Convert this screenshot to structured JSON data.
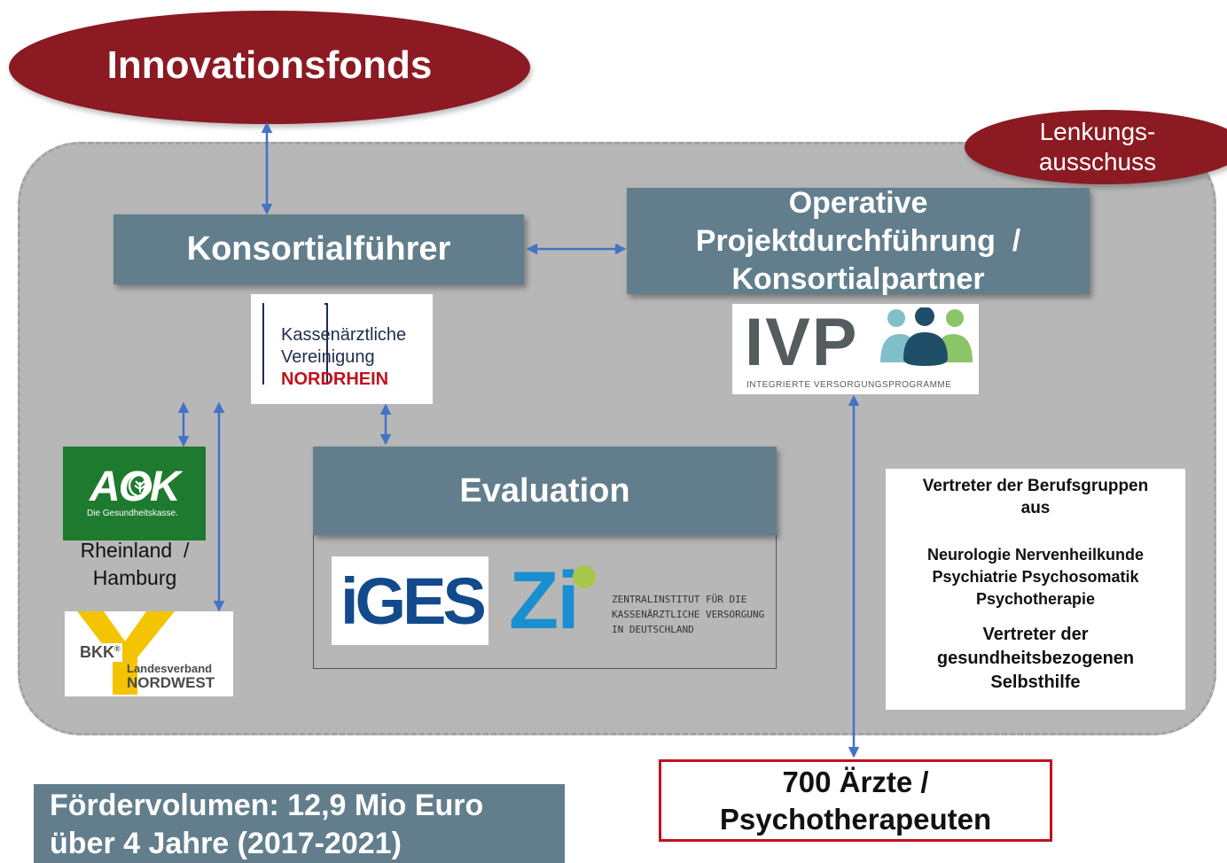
{
  "title": "Innovationsfonds",
  "steering_committee": {
    "line1": "Lenkungs-",
    "line2": "ausschuss"
  },
  "lead": {
    "label": "Konsortialführer"
  },
  "operative": {
    "line1": "Operative",
    "line2": "Projektdurchführung  /",
    "line3": "Konsortialpartner"
  },
  "kv_logo": {
    "line1": "Kassenärztliche",
    "line2": "Vereinigung",
    "line3": "NORDRHEIN"
  },
  "ivp_logo": {
    "letters": "IVP",
    "subtitle": "INTEGRIERTE VERSORGUNGSPROGRAMME"
  },
  "aok_logo": {
    "letters": "AOK",
    "tagline": "Die Gesundheitskasse."
  },
  "aok_region": {
    "line1": "Rheinland  /",
    "line2": "Hamburg"
  },
  "bkk_logo": {
    "letters": "BKK",
    "reg": "®",
    "line1": "Landesverband",
    "line2": "NORDWEST"
  },
  "evaluation": {
    "label": "Evaluation"
  },
  "iges_logo": {
    "letters": "iGES"
  },
  "zi_logo": {
    "letters": "Zi",
    "line1": "ZENTRALINSTITUT FÜR DIE",
    "line2": "KASSENÄRZTLICHE VERSORGUNG",
    "line3": "IN DEUTSCHLAND"
  },
  "representatives": {
    "heading1": "Vertreter der Berufsgruppen",
    "heading2": "aus",
    "field1": "Neurologie Nervenheilkunde",
    "field2": "Psychiatrie Psychosomatik",
    "field3": "Psychotherapie",
    "selfhelp1": "Vertreter der",
    "selfhelp2": "gesundheitsbezogenen",
    "selfhelp3": "Selbsthilfe"
  },
  "doctors": {
    "line1": "700 Ärzte /",
    "line2": "Psychotherapeuten"
  },
  "funding": {
    "line1": "Fördervolumen: 12,9 Mio Euro",
    "line2": "über 4 Jahre (2017-2021)"
  },
  "colors": {
    "dark_red": "#8b1a22",
    "slate": "#627e8c",
    "panel_gray": "#b7b7b7",
    "arrow_blue": "#4472c4",
    "aok_green": "#1e7a2e",
    "bkk_yellow": "#f4c400",
    "iges_blue": "#124a8c",
    "zi_blue": "#1a8fd0",
    "zi_green": "#a6c84a",
    "kv_navy": "#1f2d4f",
    "kv_red": "#c0121c"
  },
  "icons": {
    "arrow": "double-headed-arrow-icon",
    "people": "people-group-icon",
    "aok_tree": "tree-icon"
  }
}
